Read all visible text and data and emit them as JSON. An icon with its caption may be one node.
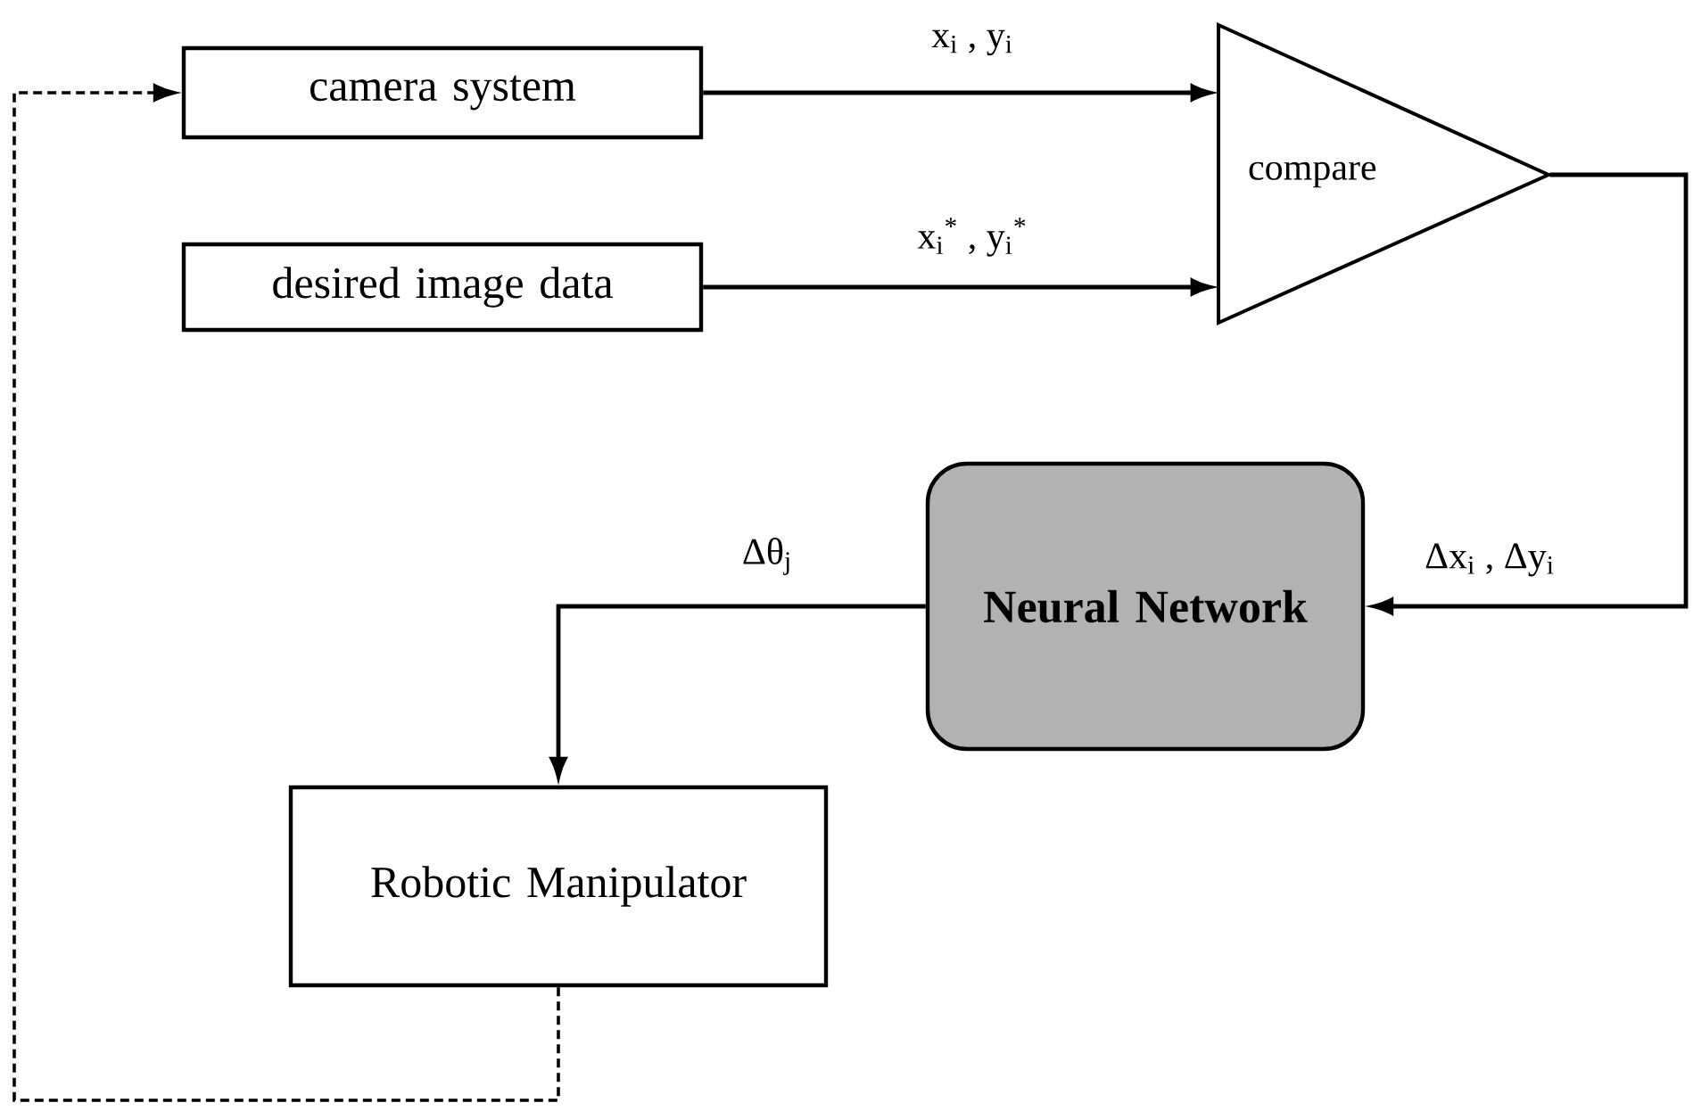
{
  "diagram": {
    "nodes": [
      {
        "text": [
          "camera system"
        ]
      },
      {
        "text": [
          "desired image data"
        ]
      },
      {
        "text": [
          "compare"
        ]
      },
      {
        "text": [
          "Neural Network"
        ]
      },
      {
        "text": [
          "Robotic Manipulator"
        ]
      }
    ],
    "edges": [
      {
        "from": 0,
        "to": 2,
        "arrow": "to",
        "label": "x$_{i}$ , y$_{i}$"
      },
      {
        "from": 1,
        "to": 2,
        "arrow": "to",
        "label": "x$_{i}$$^{*}$ , y$_{i}$$^{*}$"
      },
      {
        "from": 2,
        "to": 3,
        "arrow": "to",
        "label": "Δx$_{i}$ , Δy$_{i}$"
      },
      {
        "from": 3,
        "to": 4,
        "arrow": "to",
        "label": "Δθ$_{j}$"
      },
      {
        "from": 4,
        "to": 0,
        "arrow": "to",
        "style": "dashed"
      }
    ]
  }
}
